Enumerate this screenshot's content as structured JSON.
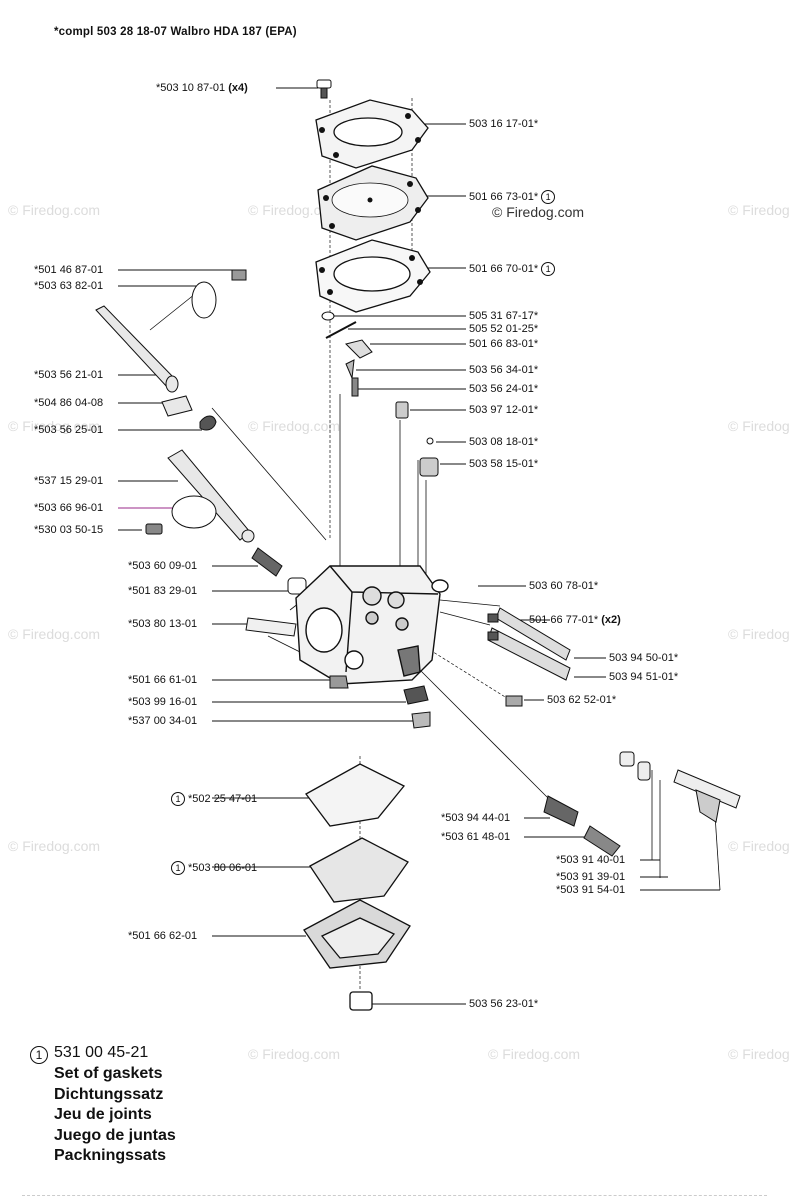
{
  "title": "*compl 503 28 18-07  Walbro HDA 187  (EPA)",
  "watermark": "© Firedog.com",
  "copyright_mark": "© Firedog.com",
  "circle_mark": "1",
  "labels": {
    "l_503108701": "*503 10 87-01",
    "l_503108701_qty": "(x4)",
    "l_503161701": "503 16 17-01*",
    "l_501667301": "501 66 73-01*",
    "l_501667001": "501 66 70-01*",
    "l_501468701": "*501 46 87-01",
    "l_503638201": "*503 63 82-01",
    "l_505316717": "505 31 67-17*",
    "l_505520125": "505 52 01-25*",
    "l_501668301": "501 66 83-01*",
    "l_503562101": "*503 56 21-01",
    "l_503563401": "503 56 34-01*",
    "l_503562401": "503 56 24-01*",
    "l_504860408": "*504 86 04-08",
    "l_503971201": "503 97 12-01*",
    "l_503562501": "*503 56 25-01",
    "l_503081801": "503 08 18-01*",
    "l_503581501": "503 58 15-01*",
    "l_537152901": "*537 15 29-01",
    "l_503669601": "*503 66 96-01",
    "l_530035015": "*530 03 50-15",
    "l_503600901": "*503 60 09-01",
    "l_501832901": "*501 83 29-01",
    "l_503607801": "503 60 78-01*",
    "l_503801301": "*503 80 13-01",
    "l_501667701": "501 66 77-01*",
    "l_501667701_qty": "(x2)",
    "l_503945001": "503 94 50-01*",
    "l_503945101": "503 94 51-01*",
    "l_501666101": "*501 66 61-01",
    "l_503991601": "*503 99 16-01",
    "l_503625201": "503 62 52-01*",
    "l_537003401": "*537 00 34-01",
    "l_502254701": "*502 25 47-01",
    "l_503944401": "*503 94 44-01",
    "l_503614801": "*503 61 48-01",
    "l_503800601": "*503 80 06-01",
    "l_503914001": "*503 91 40-01",
    "l_503913901": "*503 91 39-01",
    "l_503915401": "*503 91 54-01",
    "l_501666201": "*501 66 62-01",
    "l_503562301": "503 56 23-01*"
  },
  "legend": {
    "part_number": "531 00 45-21",
    "lines": [
      "Set of gaskets",
      "Dichtungssatz",
      "Jeu de joints",
      "Juego de juntas",
      "Packningssats"
    ]
  }
}
